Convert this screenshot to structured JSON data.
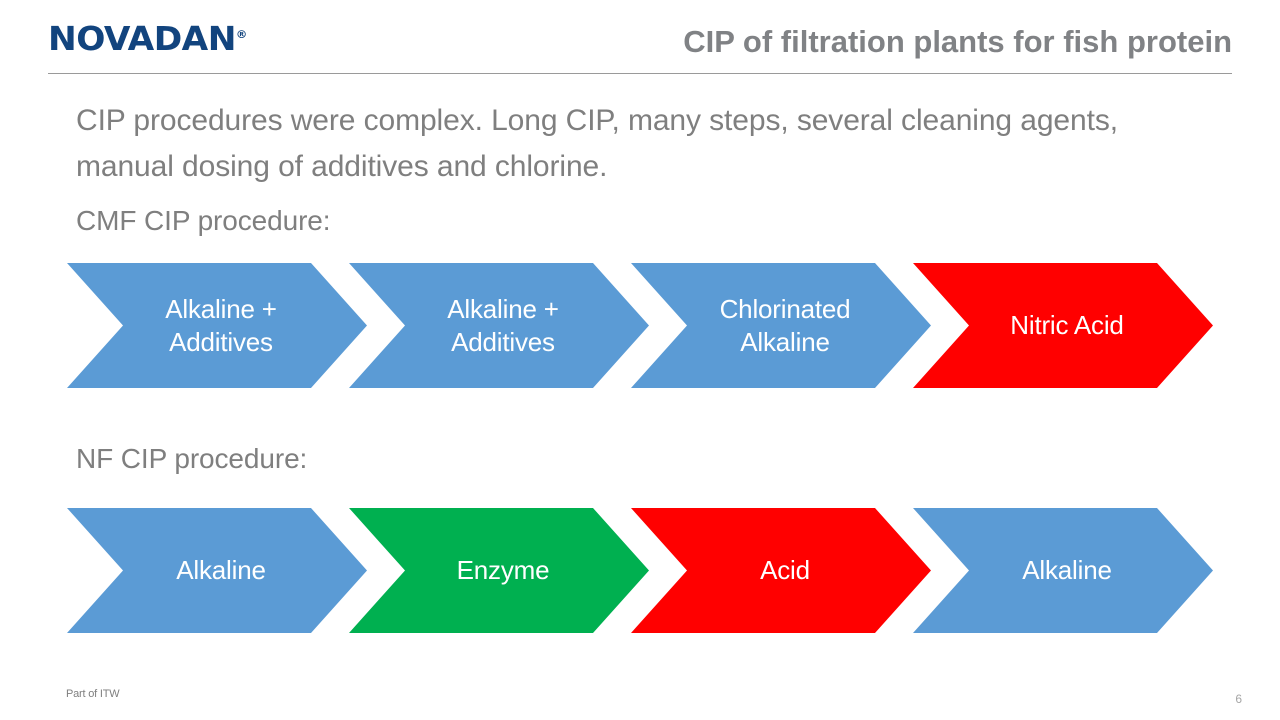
{
  "slide": {
    "logo_text": "NOVADAN",
    "logo_trademark": "®",
    "logo_color": "#12447E",
    "title": "CIP of filtration plants for fish protein",
    "title_color": "#808285",
    "body_paragraph": "CIP procedures were complex. Long CIP, many steps, several cleaning agents, manual dosing of additives and chlorine.",
    "footer_note": "Part of ITW",
    "page_number": "6"
  },
  "palette": {
    "blue": "#5B9BD5",
    "red": "#FF0000",
    "green": "#00B050",
    "text_gray": "#7F7F7F",
    "rule_gray": "#9A9A9A"
  },
  "sections": [
    {
      "label": "CMF CIP procedure:",
      "steps": [
        {
          "text": "Alkaline +\nAdditives",
          "color": "#5B9BD5"
        },
        {
          "text": "Alkaline +\nAdditives",
          "color": "#5B9BD5"
        },
        {
          "text": "Chlorinated\nAlkaline",
          "color": "#5B9BD5"
        },
        {
          "text": "Nitric Acid",
          "color": "#FF0000"
        }
      ]
    },
    {
      "label": "NF CIP procedure:",
      "steps": [
        {
          "text": "Alkaline",
          "color": "#5B9BD5"
        },
        {
          "text": "Enzyme",
          "color": "#00B050"
        },
        {
          "text": "Acid",
          "color": "#FF0000"
        },
        {
          "text": "Alkaline",
          "color": "#5B9BD5"
        }
      ]
    }
  ]
}
